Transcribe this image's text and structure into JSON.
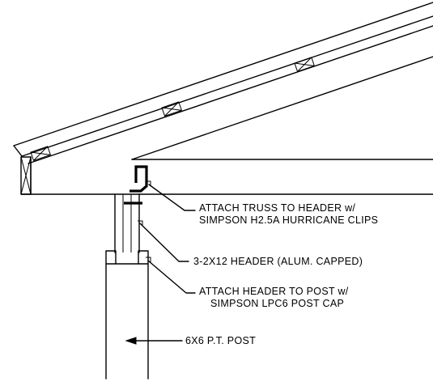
{
  "callouts": {
    "truss_clip": {
      "line1": "ATTACH TRUSS TO HEADER w/",
      "line2": "SIMPSON H2.5A HURRICANE CLIPS"
    },
    "header": {
      "line1": "3-2X12 HEADER (ALUM. CAPPED)"
    },
    "post_cap": {
      "line1": "ATTACH HEADER TO POST  w/",
      "line2": "SIMPSON LPC6 POST CAP"
    },
    "post": {
      "line1": "6X6 P.T. POST"
    }
  }
}
